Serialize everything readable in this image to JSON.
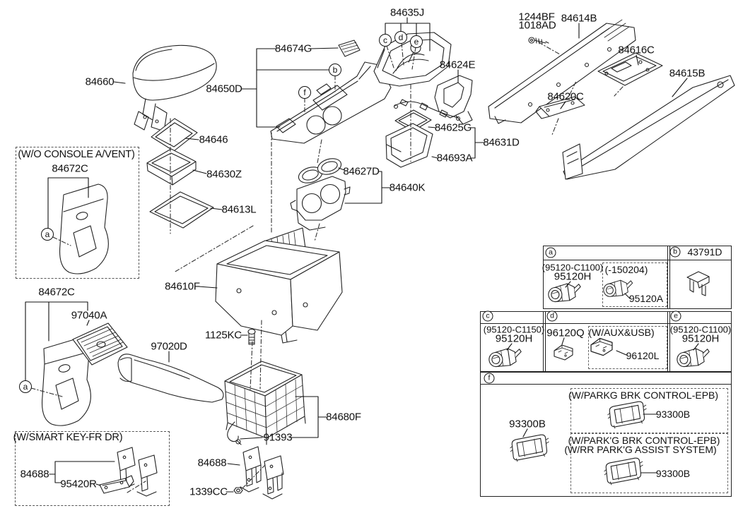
{
  "part_labels": [
    {
      "text": "84635J"
    },
    {
      "text": "1244BF"
    },
    {
      "text": "1018AD"
    },
    {
      "text": "84614B"
    },
    {
      "text": "84616C"
    },
    {
      "text": "84615B"
    },
    {
      "text": "84620C"
    },
    {
      "text": "84674G"
    },
    {
      "text": "84660"
    },
    {
      "text": "84650D"
    },
    {
      "text": "84624E"
    },
    {
      "text": "84646"
    },
    {
      "text": "84625G"
    },
    {
      "text": "84631D"
    },
    {
      "text": "84693A"
    },
    {
      "text": "84630Z"
    },
    {
      "text": "84627D"
    },
    {
      "text": "84640K"
    },
    {
      "text": "84613L"
    },
    {
      "text": "84610F"
    },
    {
      "text": "84672C"
    },
    {
      "text": "97040A"
    },
    {
      "text": "1125KC"
    },
    {
      "text": "97020D"
    },
    {
      "text": "84680F"
    },
    {
      "text": "91393"
    },
    {
      "text": "84688"
    },
    {
      "text": "1339CC"
    }
  ],
  "callouts": {
    "main": [
      {
        "letter": "c"
      },
      {
        "letter": "d"
      },
      {
        "letter": "e"
      },
      {
        "letter": "b"
      },
      {
        "letter": "f"
      },
      {
        "letter": "a"
      },
      {
        "letter": "a"
      }
    ]
  },
  "wo_box": {
    "title": "(W/O CONSOLE A/VENT)",
    "part_label": "84672C"
  },
  "sk_box": {
    "title": "(W/SMART KEY-FR DR)",
    "part_label": "84688",
    "bracket_label": "95420R"
  },
  "ref_table": {
    "a": {
      "letter": "a",
      "part_no": "(95120-C1100)",
      "part": "95120H",
      "variant": {
        "title": "(-150204)",
        "part": "95120A"
      }
    },
    "b": {
      "letter": "b",
      "code": "43791D"
    },
    "c": {
      "letter": "c",
      "part_no": "(95120-C1150)",
      "part": "95120H"
    },
    "d": {
      "letter": "d",
      "part": "96120Q",
      "variant": {
        "title": "(W/AUX&USB)",
        "part": "96120L"
      }
    },
    "e": {
      "letter": "e",
      "part_no": "(95120-C1100)",
      "part": "95120H"
    },
    "f": {
      "letter": "f",
      "part": "93300B",
      "variant1": {
        "title": "(W/PARKG BRK CONTROL-EPB)",
        "part": "93300B"
      },
      "variant2": {
        "title_line1": "(W/PARK'G BRK CONTROL-EPB)",
        "title_line2": "(W/RR PARK'G ASSIST SYSTEM)",
        "part": "93300B"
      }
    }
  }
}
